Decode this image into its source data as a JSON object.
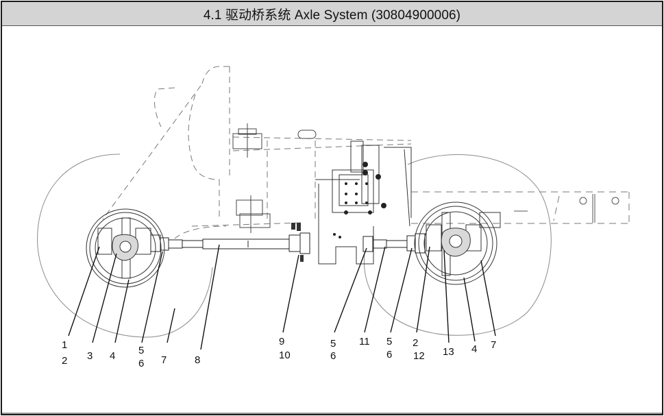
{
  "header": {
    "title": "4.1 驱动桥系统  Axle System (30804900006)"
  },
  "diagram": {
    "subject": "Axle System exploded/assembly view",
    "callouts": [
      {
        "id": "c1",
        "label": "1"
      },
      {
        "id": "c2",
        "label": "2"
      },
      {
        "id": "c3",
        "label": "3"
      },
      {
        "id": "c4",
        "label": "4"
      },
      {
        "id": "c5",
        "label": "5"
      },
      {
        "id": "c6",
        "label": "6"
      },
      {
        "id": "c7",
        "label": "7"
      },
      {
        "id": "c8",
        "label": "8"
      },
      {
        "id": "c9",
        "label": "9"
      },
      {
        "id": "c10",
        "label": "10"
      },
      {
        "id": "c5b",
        "label": "5"
      },
      {
        "id": "c6b",
        "label": "6"
      },
      {
        "id": "c11",
        "label": "11"
      },
      {
        "id": "c5c",
        "label": "5"
      },
      {
        "id": "c6c",
        "label": "6"
      },
      {
        "id": "c2b",
        "label": "2"
      },
      {
        "id": "c12",
        "label": "12"
      },
      {
        "id": "c13",
        "label": "13"
      },
      {
        "id": "c4b",
        "label": "4"
      },
      {
        "id": "c7b",
        "label": "7"
      }
    ]
  }
}
